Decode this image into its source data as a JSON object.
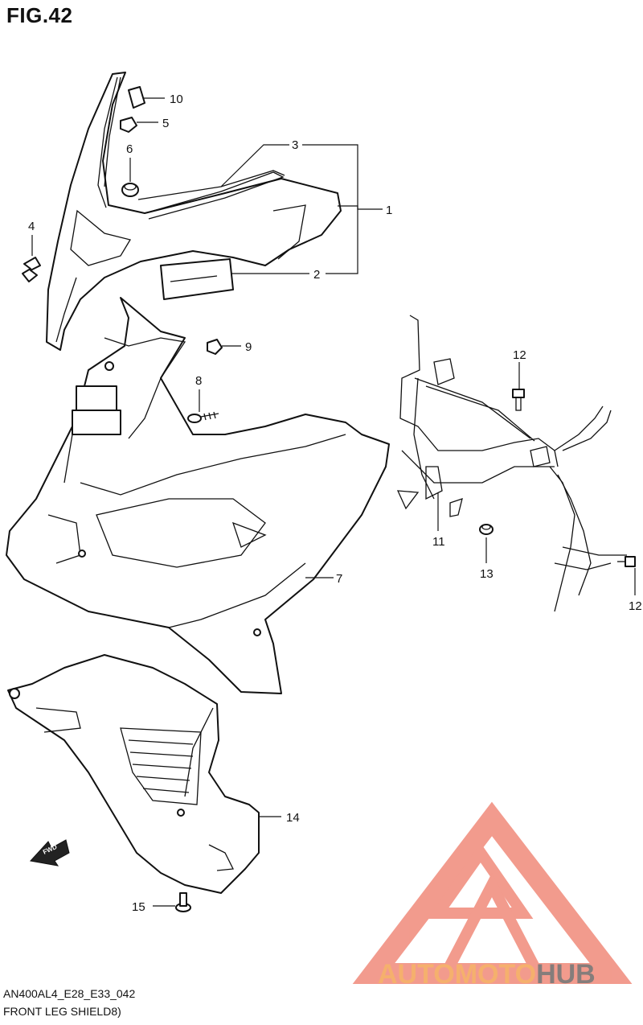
{
  "figure": {
    "title": "FIG.42",
    "code": "AN400AL4_E28_E33_042",
    "caption": "FRONT LEG SHIELD8)"
  },
  "callouts": {
    "c1": "1",
    "c2": "2",
    "c3": "3",
    "c4": "4",
    "c5": "5",
    "c6": "6",
    "c7": "7",
    "c8": "8",
    "c9": "9",
    "c10": "10",
    "c11": "11",
    "c12a": "12",
    "c12b": "12",
    "c13": "13",
    "c14": "14",
    "c15": "15"
  },
  "direction_tag": "FWD",
  "watermark": {
    "part1": "AUTOMOTO",
    "part2": "HUB",
    "color_primary": "#f08a7a",
    "color_secondary": "#f6b36a",
    "color_hub": "#7a7a7a"
  }
}
